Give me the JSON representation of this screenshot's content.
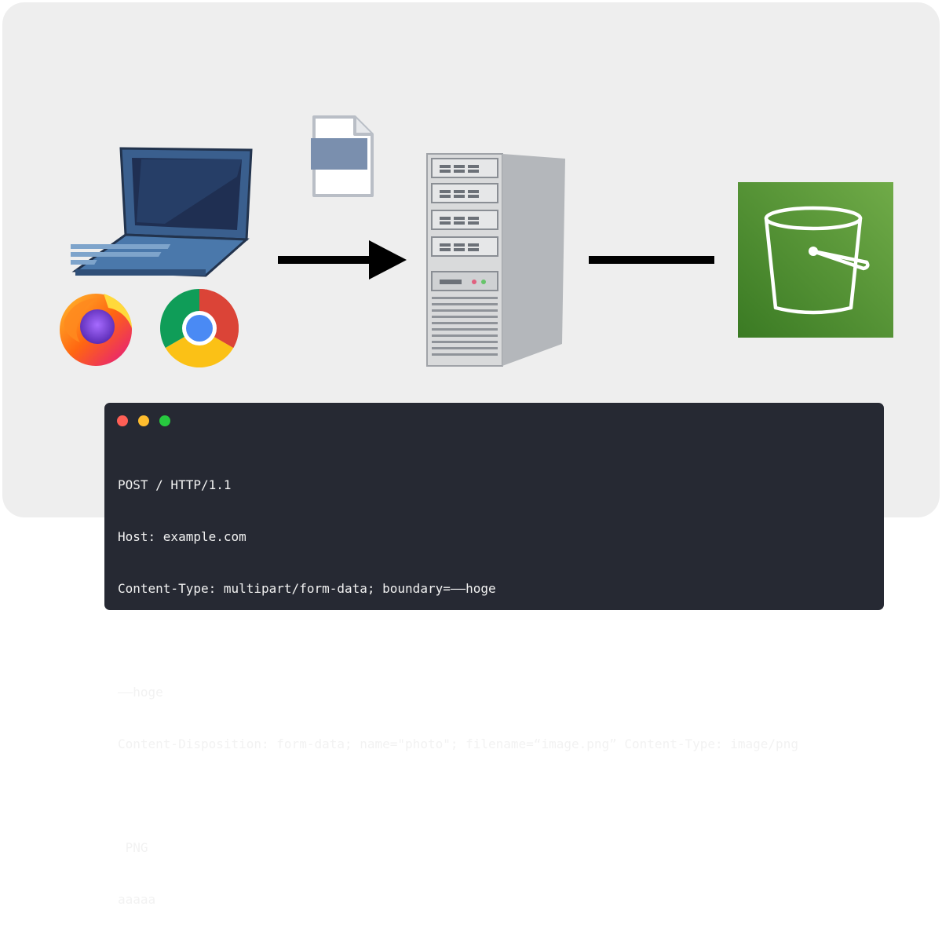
{
  "diagram": {
    "nodes": [
      {
        "id": "laptop",
        "icon": "laptop-icon"
      },
      {
        "id": "firefox",
        "icon": "firefox-icon"
      },
      {
        "id": "chrome",
        "icon": "chrome-icon"
      },
      {
        "id": "file",
        "icon": "file-icon"
      },
      {
        "id": "server",
        "icon": "server-icon"
      },
      {
        "id": "bucket",
        "icon": "s3-bucket-icon",
        "color": "#3f8624"
      }
    ],
    "edges": [
      {
        "from": "laptop",
        "to": "server",
        "style": "arrow"
      },
      {
        "from": "server",
        "to": "bucket",
        "style": "line"
      }
    ]
  },
  "terminal": {
    "dot_colors": [
      "#ff5f56",
      "#ffbd2e",
      "#27c93f"
    ],
    "background": "#262933",
    "lines": [
      "POST / HTTP/1.1",
      "Host: example.com",
      "Content-Type: multipart/form-data; boundary=——hoge",
      "",
      "——hoge",
      "Content-Disposition: form-data; name=\"photo\"; filename=“image.png” Content-Type: image/png",
      "",
      " PNG",
      "aaaaa"
    ]
  }
}
